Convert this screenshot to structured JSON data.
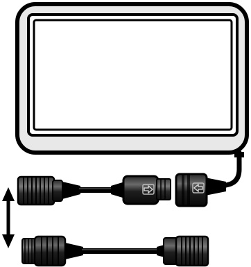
{
  "diagram": {
    "parts": [
      {
        "id": "monitor",
        "kind": "display-monitor"
      },
      {
        "id": "monitor-cable",
        "kind": "cable"
      },
      {
        "id": "monitor-connector",
        "kind": "female-plug-with-arrow"
      },
      {
        "id": "adapter-cable",
        "kind": "cable-with-male-plug-and-female-end"
      },
      {
        "id": "extension-cable",
        "kind": "extension-cable"
      },
      {
        "id": "swap-arrow",
        "kind": "double-headed-vertical-arrow"
      }
    ],
    "colors": {
      "outline": "#000000",
      "bezel": "#e8e8e8",
      "screen": "#ffffff",
      "connector_body": "#1a1a1a",
      "connector_highlight": "#5a5a5a",
      "cable": "#000000"
    }
  }
}
